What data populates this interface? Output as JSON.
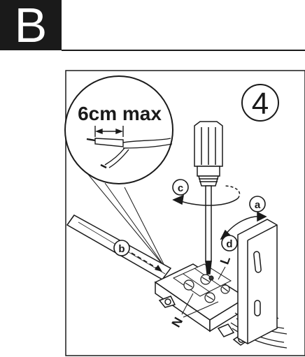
{
  "header": {
    "section_letter": "B"
  },
  "figure": {
    "step_number": "4",
    "zoom_dimension": "6cm max",
    "callouts": {
      "a": "a",
      "b": "b",
      "c": "c",
      "d": "d"
    },
    "wire_marks": {
      "neutral": "N",
      "live": "L"
    }
  },
  "colors": {
    "ink": "#1a1a1a",
    "paper": "#ffffff",
    "screw_head": "#3a3a3a"
  },
  "icons": [
    "screwdriver-icon",
    "rotate-arrow-icon",
    "cable-icon",
    "terminal-block-icon",
    "mounting-bracket-icon"
  ]
}
